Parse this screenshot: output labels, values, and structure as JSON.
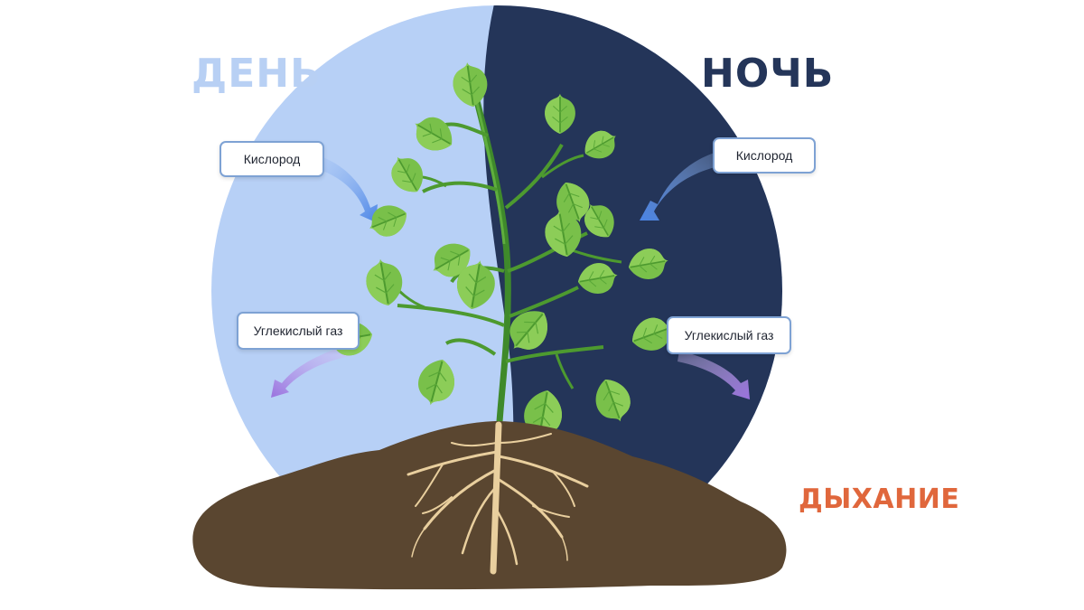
{
  "labels": {
    "day": "ДЕНЬ",
    "night": "НОЧЬ",
    "respiration": "ДЫХАНИЕ"
  },
  "gas_boxes": {
    "day_oxygen": "Кислород",
    "day_co2": "Углекислый газ",
    "night_oxygen": "Кислород",
    "night_co2": "Углекислый газ"
  },
  "colors": {
    "day_sky": "#b7d0f6",
    "night_sky": "#243559",
    "day_label": "#b8d0f4",
    "night_label": "#243559",
    "respiration_label": "#e0673c",
    "oxygen_arrow": "#4a84e6",
    "co2_arrow": "#a07ae0",
    "soil": "#5a4630",
    "root": "#e9cf9e",
    "leaf": "#79c04a",
    "leaf_dark": "#4d9a2f",
    "stem": "#3f8a2b"
  },
  "icons": {
    "oxygen_arrows": "arrow-icon",
    "co2_arrows": "arrow-icon",
    "plant": "plant-illustration"
  }
}
